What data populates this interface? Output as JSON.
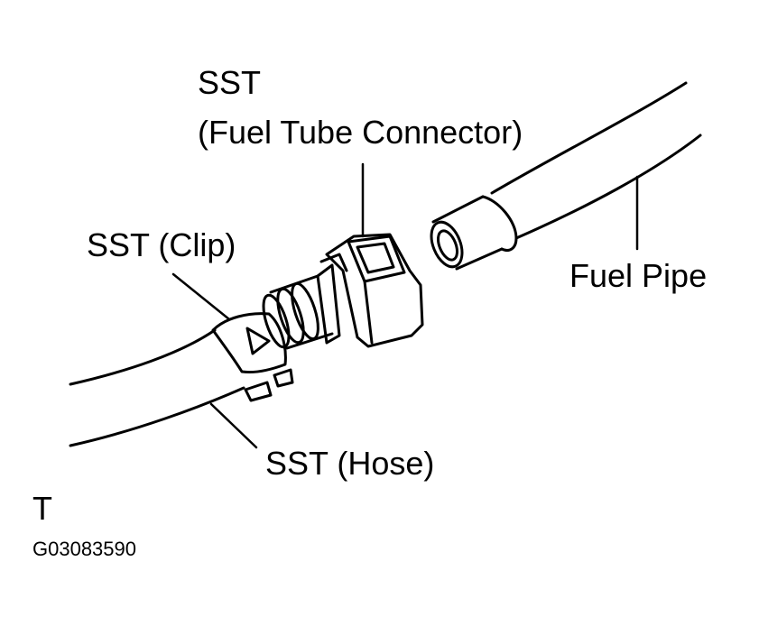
{
  "labels": {
    "sst": "SST",
    "fuel_tube_connector": "(Fuel Tube Connector)",
    "sst_clip": "SST (Clip)",
    "fuel_pipe": "Fuel Pipe",
    "sst_hose": "SST (Hose)",
    "corner_letter": "T",
    "figure_code": "G03083590"
  },
  "colors": {
    "ink": "#000000",
    "paper": "#ffffff"
  }
}
